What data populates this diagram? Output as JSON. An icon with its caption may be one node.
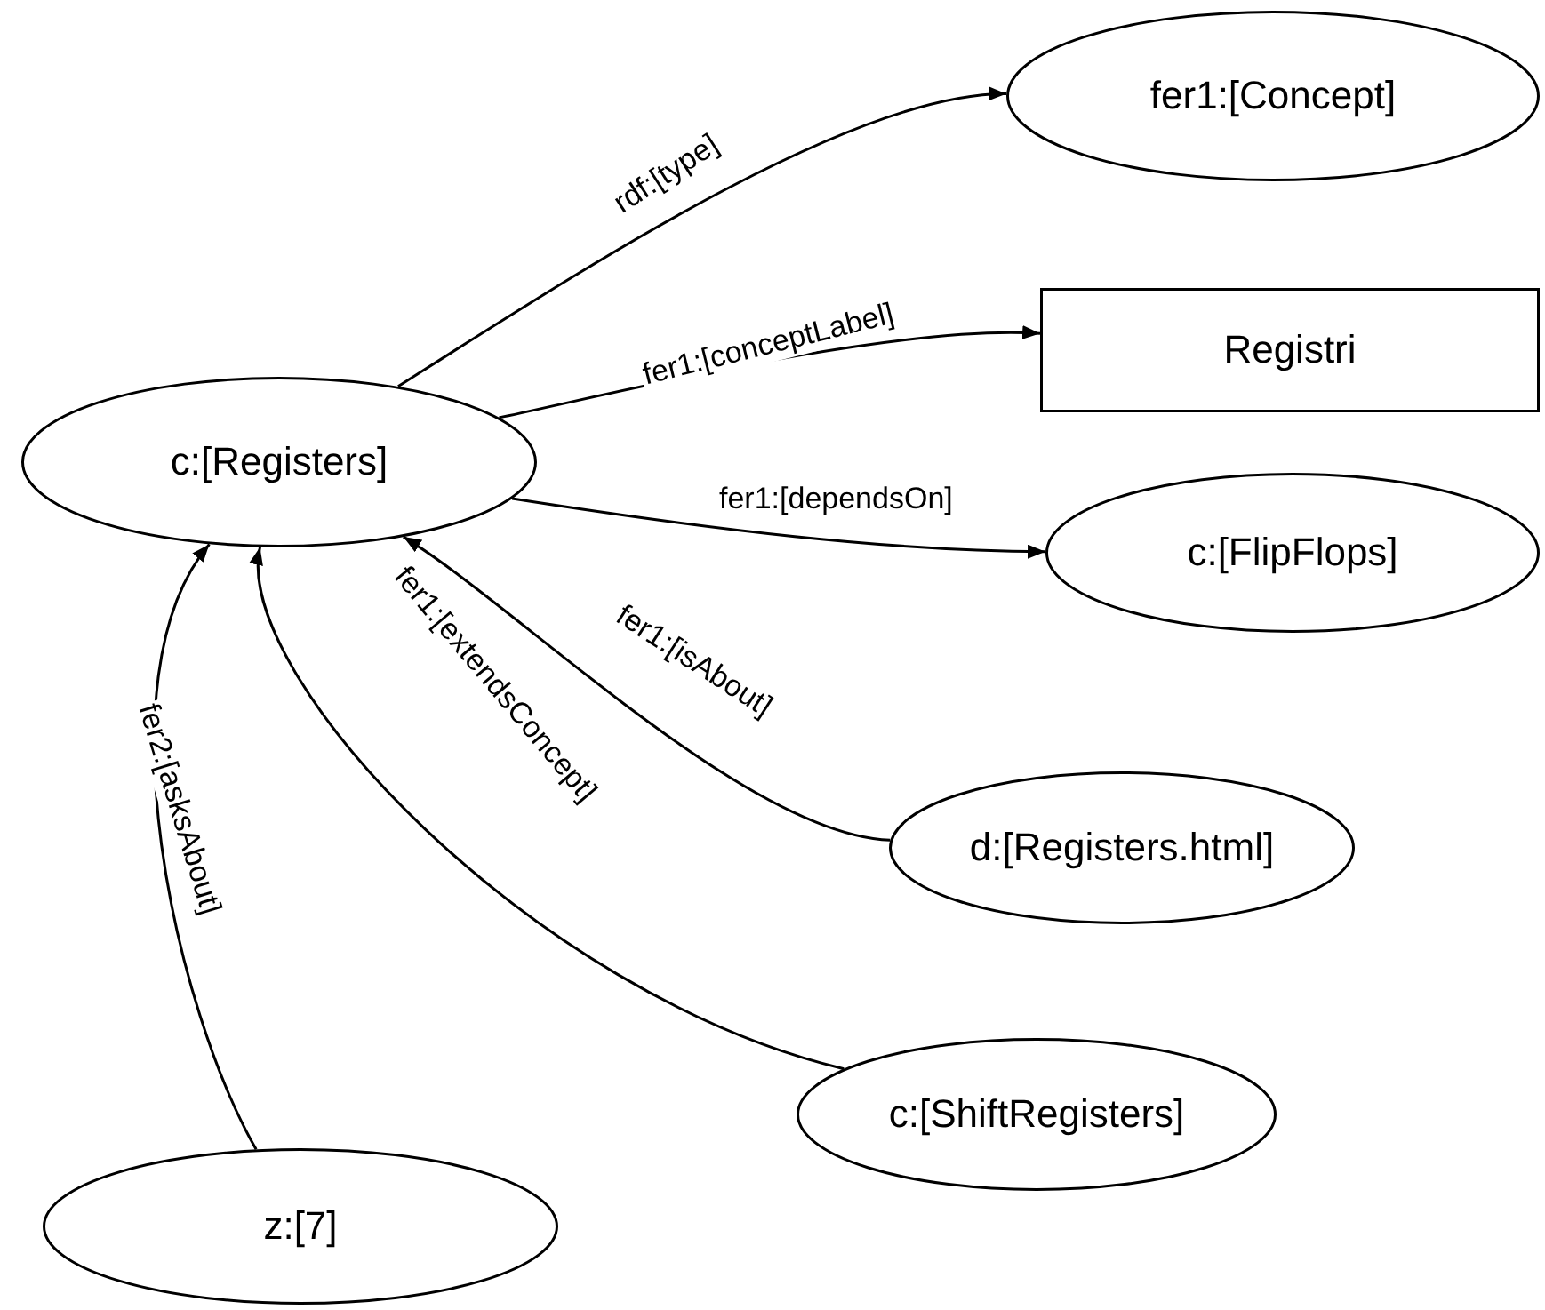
{
  "diagram": {
    "nodes": [
      {
        "text": [
          "c:[Registers]"
        ]
      },
      {
        "text": [
          "fer1:[Concept]"
        ]
      },
      {
        "text": [
          "Registri"
        ]
      },
      {
        "text": [
          "c:[FlipFlops]"
        ]
      },
      {
        "text": [
          "d:[Registers.html]"
        ]
      },
      {
        "text": [
          "c:[ShiftRegisters]"
        ]
      },
      {
        "text": [
          "z:[7]"
        ]
      }
    ],
    "edges": [
      {
        "from": 0,
        "to": 1,
        "arrow": "to",
        "label": "rdf:[type]"
      },
      {
        "from": 0,
        "to": 2,
        "arrow": "to",
        "label": "fer1:[conceptLabel]"
      },
      {
        "from": 0,
        "to": 3,
        "arrow": "to",
        "label": "fer1:[dependsOn]"
      },
      {
        "from": 4,
        "to": 0,
        "arrow": "to",
        "label": "fer1:[isAbout]"
      },
      {
        "from": 5,
        "to": 0,
        "arrow": "to",
        "label": "fer1:[extendsConcept]"
      },
      {
        "from": 6,
        "to": 0,
        "arrow": "to",
        "label": "fer2:[asksAbout]"
      }
    ]
  }
}
